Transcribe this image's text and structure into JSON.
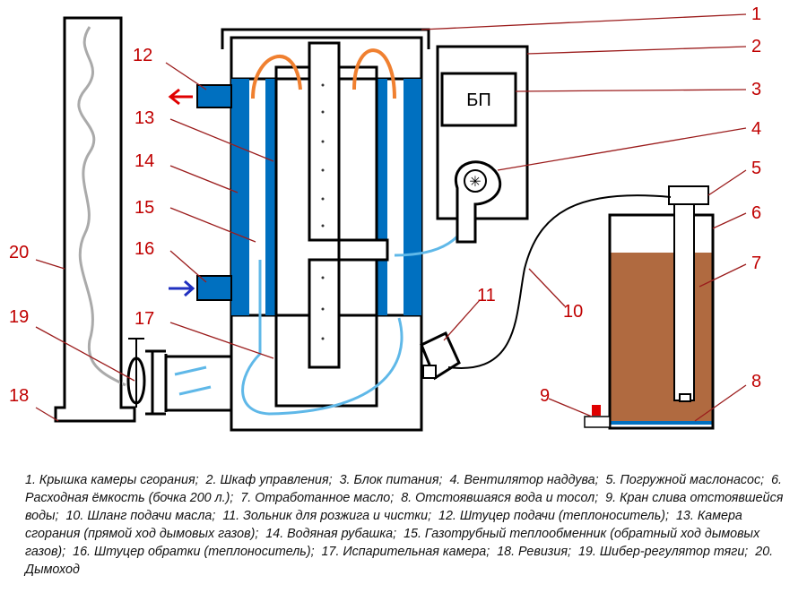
{
  "labels": {
    "bp": "БП",
    "n1": "1",
    "n2": "2",
    "n3": "3",
    "n4": "4",
    "n5": "5",
    "n6": "6",
    "n7": "7",
    "n8": "8",
    "n9": "9",
    "n10": "10",
    "n11": "11",
    "n12": "12",
    "n13": "13",
    "n14": "14",
    "n15": "15",
    "n16": "16",
    "n17": "17",
    "n18": "18",
    "n19": "19",
    "n20": "20"
  },
  "colors": {
    "label": "#c00000",
    "water": "#0070c0",
    "oil": "#b06a40",
    "flame": "#f08030",
    "gas": "#5fb8e8",
    "outflow": "#e00000",
    "inflow": "#2030c0"
  },
  "caption": [
    "1.  Крышка камеры сгорания;",
    "2.  Шкаф управления;",
    "3.  Блок питания;",
    "4.  Вентилятор наддува;",
    "5.  Погружной маслонасос;",
    "6.  Расходная ёмкость (бочка 200 л.);",
    "7.  Отработанное масло;",
    "8.  Отстоявшаяся вода и тосол;",
    "9.  Кран слива отстоявшейся воды;",
    "10.  Шланг подачи масла;",
    "11.  Зольник для розжига и чистки;",
    "12.  Штуцер подачи (теплоноситель);",
    "13.  Камера сгорания (прямой ход дымовых газов);",
    "14.  Водяная рубашка;",
    "15.  Газотрубный теплообменник (обратный ход дымовых газов);",
    "16.  Штуцер обратки (теплоноситель);",
    "17.  Испарительная камера;",
    "18.  Ревизия;",
    "19.  Шибер-регулятор тяги;",
    "20.  Дымоход"
  ]
}
